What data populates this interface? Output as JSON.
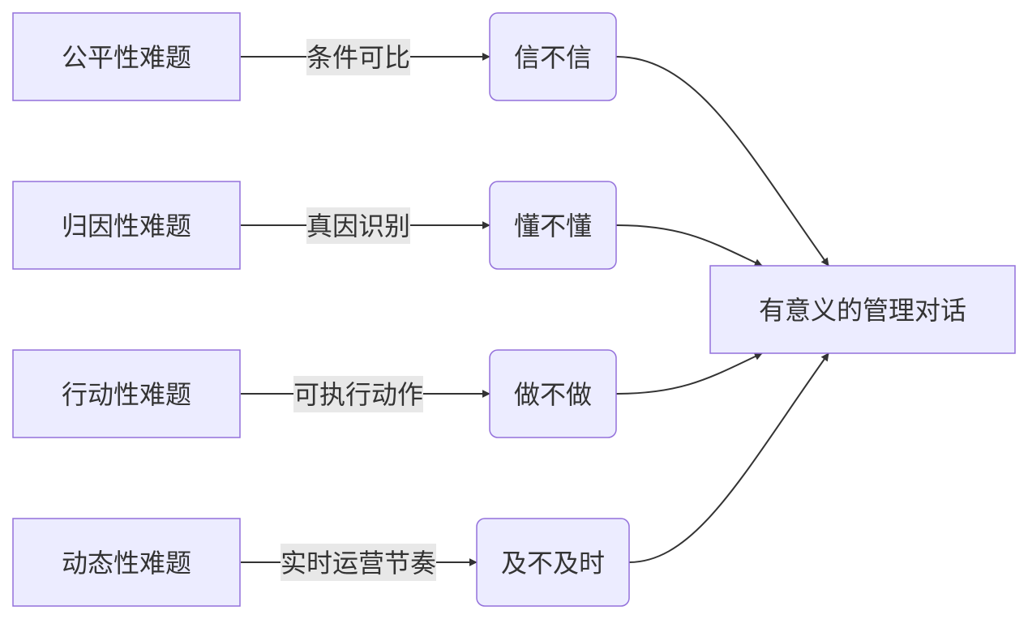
{
  "diagram": {
    "sources": [
      {
        "id": "fairness",
        "label": "公平性难题"
      },
      {
        "id": "attribution",
        "label": "归因性难题"
      },
      {
        "id": "action",
        "label": "行动性难题"
      },
      {
        "id": "dynamic",
        "label": "动态性难题"
      }
    ],
    "edge_labels": [
      {
        "from": "fairness",
        "to": "trust",
        "label": "条件可比"
      },
      {
        "from": "attribution",
        "to": "understand",
        "label": "真因识别"
      },
      {
        "from": "action",
        "to": "do",
        "label": "可执行动作"
      },
      {
        "from": "dynamic",
        "to": "timely",
        "label": "实时运营节奏"
      }
    ],
    "middles": [
      {
        "id": "trust",
        "label": "信不信"
      },
      {
        "id": "understand",
        "label": "懂不懂"
      },
      {
        "id": "do",
        "label": "做不做"
      },
      {
        "id": "timely",
        "label": "及不及时"
      }
    ],
    "target": {
      "id": "dialogue",
      "label": "有意义的管理对话"
    },
    "colors": {
      "node_fill": "#ECECFF",
      "node_stroke": "#9370DB",
      "edge": "#333333",
      "edge_label_bg": "#E8E8E8",
      "text": "#333333"
    }
  }
}
